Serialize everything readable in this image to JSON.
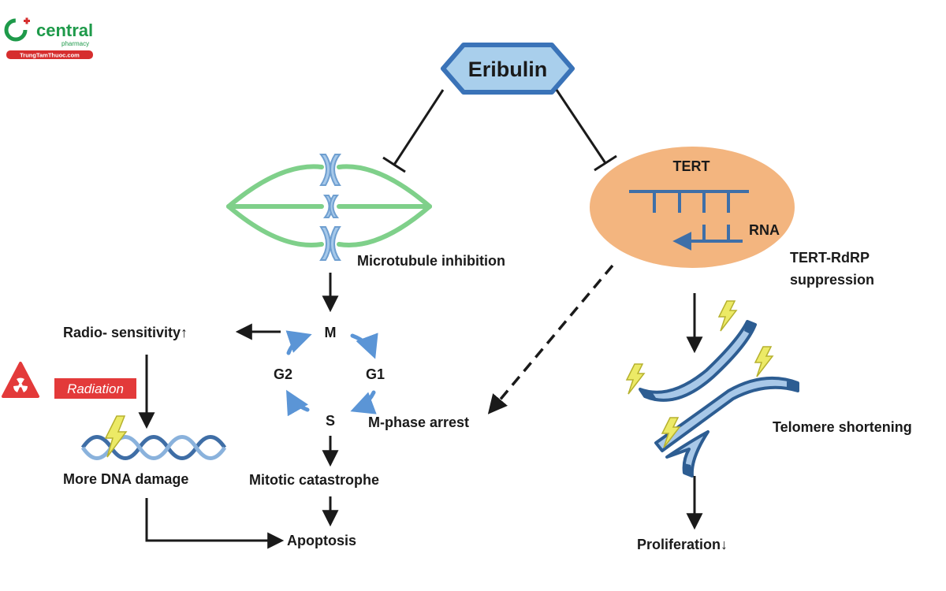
{
  "logo": {
    "brand": "central",
    "sub": "pharmacy",
    "url": "TrungTamThuoc.com"
  },
  "drug": "Eribulin",
  "spindle": {
    "label": "Microtubule inhibition"
  },
  "cell_cycle": {
    "phases": {
      "m": "M",
      "g1": "G1",
      "s": "S",
      "g2": "G2"
    }
  },
  "tert": {
    "title": "TERT",
    "rna": "RNA",
    "suppression": [
      "TERT-RdRP",
      "suppression"
    ]
  },
  "outcomes": {
    "radiosensitivity": "Radio- sensitivity↑",
    "radiation": "Radiation",
    "dna_damage": "More DNA damage",
    "m_phase_arrest": "M-phase arrest",
    "mitotic_catastrophe": "Mitotic catastrophe",
    "apoptosis": "Apoptosis",
    "telomere_shortening": "Telomere shortening",
    "proliferation": "Proliferation↓"
  },
  "colors": {
    "brand_green": "#1e9a4a",
    "brand_red": "#d62e2e",
    "drug_fill": "#a9cfec",
    "drug_stroke": "#3a73b8",
    "spindle_green": "#7fd08a",
    "chromosome_blue": "#6f9fd0",
    "cycle_blue": "#5b95d6",
    "tert_orange": "#f3b57f",
    "tert_line": "#3e6fa8",
    "radiation_red": "#e33a3a",
    "telomere_light": "#a8c8e8",
    "telomere_dark": "#2d5d92",
    "lightning": "#ecea66"
  }
}
